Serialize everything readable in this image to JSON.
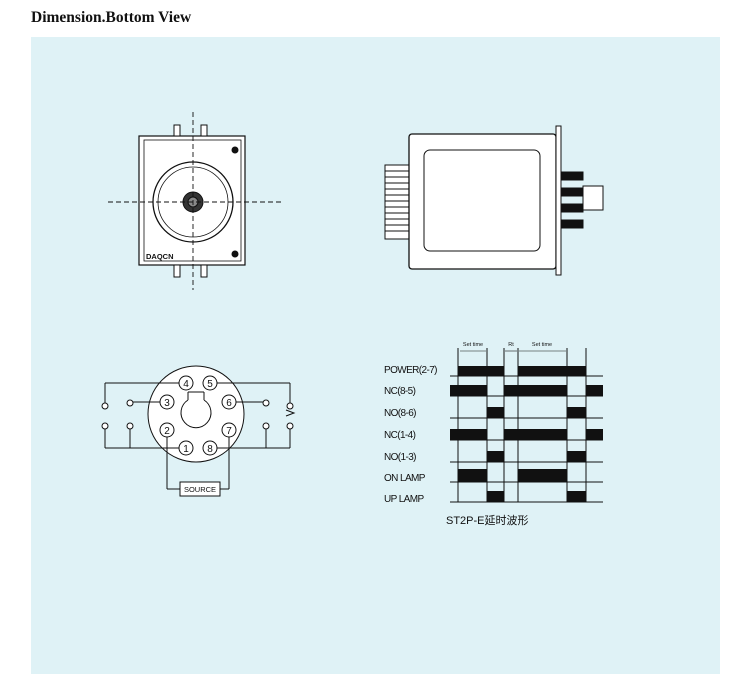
{
  "page": {
    "title": "Dimension.Bottom View"
  },
  "relay_front": {
    "brand": "DAQCN"
  },
  "wiring": {
    "pins": [
      "1",
      "2",
      "3",
      "4",
      "5",
      "6",
      "7",
      "8"
    ],
    "source_label": "SOURCE"
  },
  "timing": {
    "header_labels": [
      "Set time",
      "Rt",
      "Set time"
    ],
    "signals": [
      "POWER(2-7)",
      "NC(8-5)",
      "NO(8-6)",
      "NC(1-4)",
      "NO(1-3)",
      "ON LAMP",
      "UP LAMP"
    ],
    "caption": "ST2P-E延时波形"
  }
}
